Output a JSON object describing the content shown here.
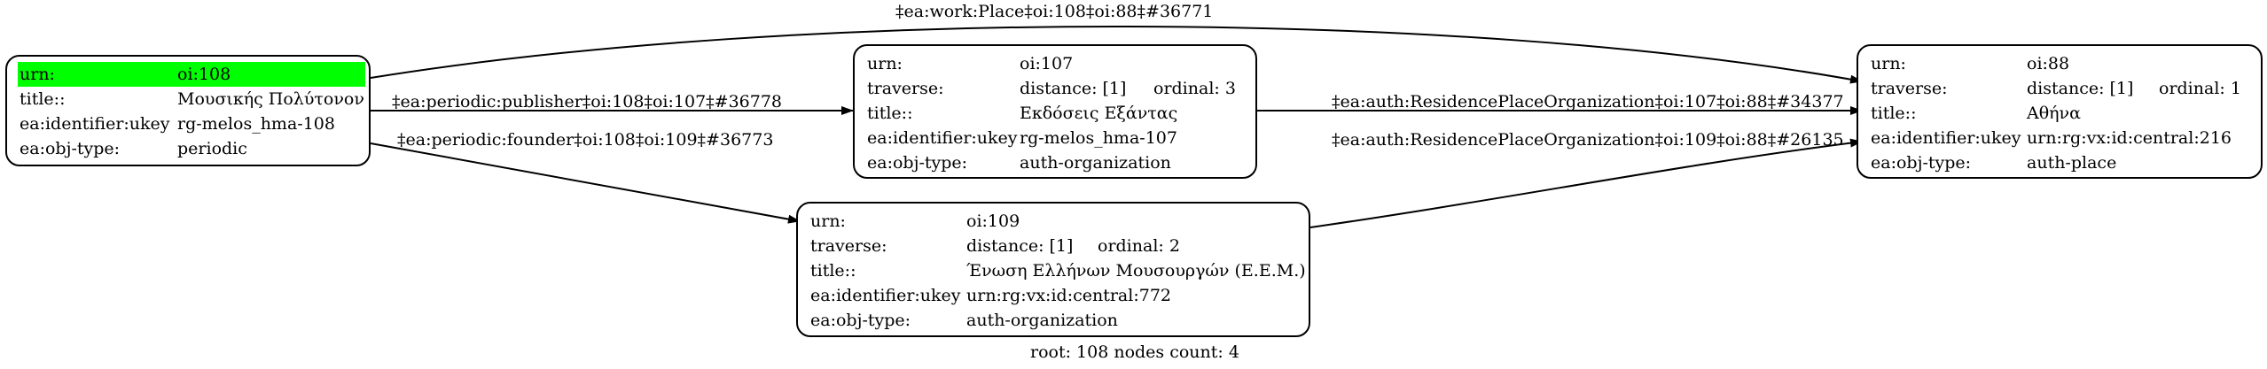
{
  "graph": {
    "footer": "root: 108 nodes count: 4",
    "highlight_color": "#00ff00",
    "nodes": {
      "n108": {
        "rows": [
          {
            "key": "urn:",
            "value": "oi:108"
          },
          {
            "key": "title::",
            "value": "Μουσικής Πολύτονον"
          },
          {
            "key": "ea:identifier:ukey",
            "value": "rg-melos_hma-108"
          },
          {
            "key": "ea:obj-type:",
            "value": "periodic"
          }
        ]
      },
      "n107": {
        "rows": [
          {
            "key": "urn:",
            "value": "oi:107"
          },
          {
            "key": "traverse:",
            "value": "distance: [1]",
            "extra": "ordinal: 3"
          },
          {
            "key": "title::",
            "value": "Εκδόσεις Εξάντας"
          },
          {
            "key": "ea:identifier:ukey",
            "value": "rg-melos_hma-107"
          },
          {
            "key": "ea:obj-type:",
            "value": "auth-organization"
          }
        ]
      },
      "n109": {
        "rows": [
          {
            "key": "urn:",
            "value": "oi:109"
          },
          {
            "key": "traverse:",
            "value": "distance: [1]",
            "extra": "ordinal: 2"
          },
          {
            "key": "title::",
            "value": "Ένωση Ελλήνων Μουσουργών (Ε.Ε.Μ.)"
          },
          {
            "key": "ea:identifier:ukey",
            "value": "urn:rg:vx:id:central:772"
          },
          {
            "key": "ea:obj-type:",
            "value": "auth-organization"
          }
        ]
      },
      "n88": {
        "rows": [
          {
            "key": "urn:",
            "value": "oi:88"
          },
          {
            "key": "traverse:",
            "value": "distance: [1]",
            "extra": "ordinal: 1"
          },
          {
            "key": "title::",
            "value": "Αθήνα"
          },
          {
            "key": "ea:identifier:ukey",
            "value": "urn:rg:vx:id:central:216"
          },
          {
            "key": "ea:obj-type:",
            "value": "auth-place"
          }
        ]
      }
    },
    "edges": {
      "work_place": "‡ea:work:Place‡oi:108‡oi:88‡#36771",
      "publisher": "‡ea:periodic:publisher‡oi:108‡oi:107‡#36778",
      "founder": "‡ea:periodic:founder‡oi:108‡oi:109‡#36773",
      "residence_107": "‡ea:auth:ResidencePlaceOrganization‡oi:107‡oi:88‡#34377",
      "residence_109": "‡ea:auth:ResidencePlaceOrganization‡oi:109‡oi:88‡#26135"
    }
  }
}
